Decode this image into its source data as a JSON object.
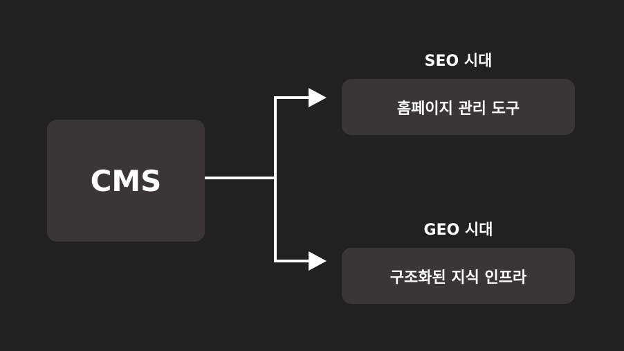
{
  "source": {
    "label": "CMS"
  },
  "branches": [
    {
      "era": "SEO 시대",
      "description": "홈페이지 관리 도구"
    },
    {
      "era": "GEO 시대",
      "description": "구조화된 지식 인프라"
    }
  ]
}
